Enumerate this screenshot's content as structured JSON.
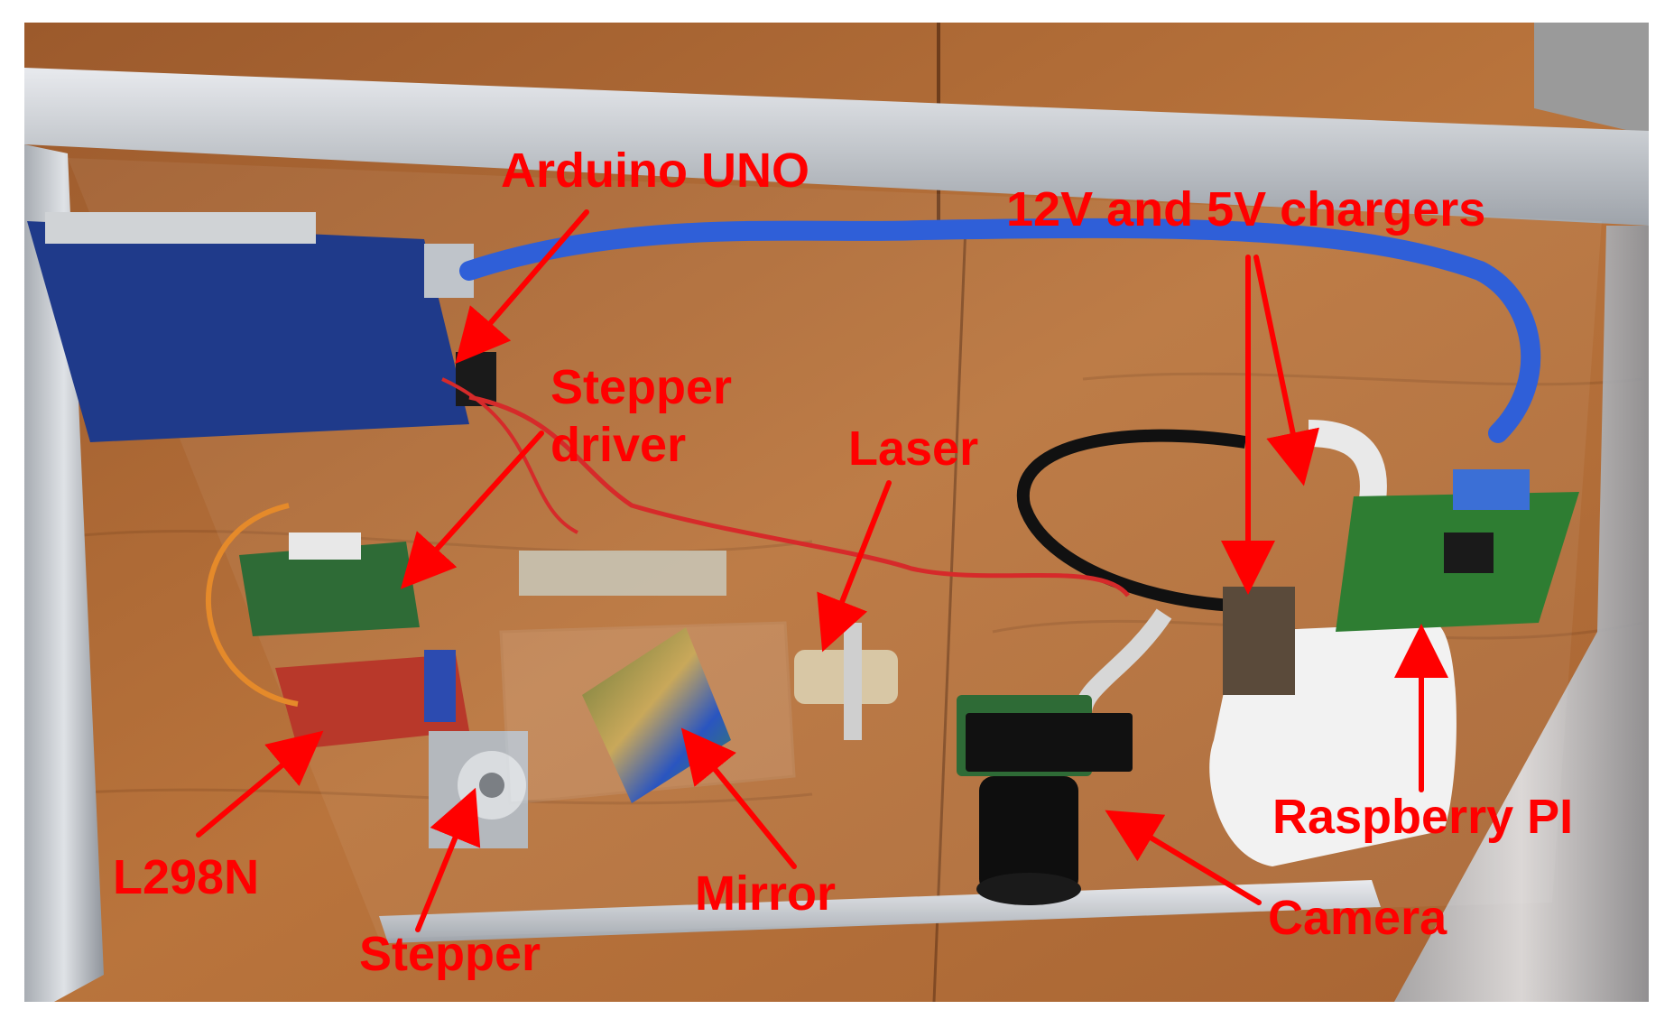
{
  "photo": {
    "colors": {
      "table_wood": "#b06a36",
      "frame_aluminium": "#c9cdd2",
      "arduino_board": "#1f3a8a",
      "rpi_board": "#2e7d32",
      "l298n_board": "#b8382a",
      "annotation_red": "#ff0000",
      "usb_cable": "#2f5fd8"
    }
  },
  "labels": {
    "arduino": "Arduino UNO",
    "chargers": "12V and 5V chargers",
    "stepper_driver_line1": "Stepper",
    "stepper_driver_line2": "driver",
    "laser": "Laser",
    "l298n": "L298N",
    "mirror": "Mirror",
    "stepper": "Stepper",
    "camera": "Camera",
    "raspberry": "Raspberry PI"
  }
}
